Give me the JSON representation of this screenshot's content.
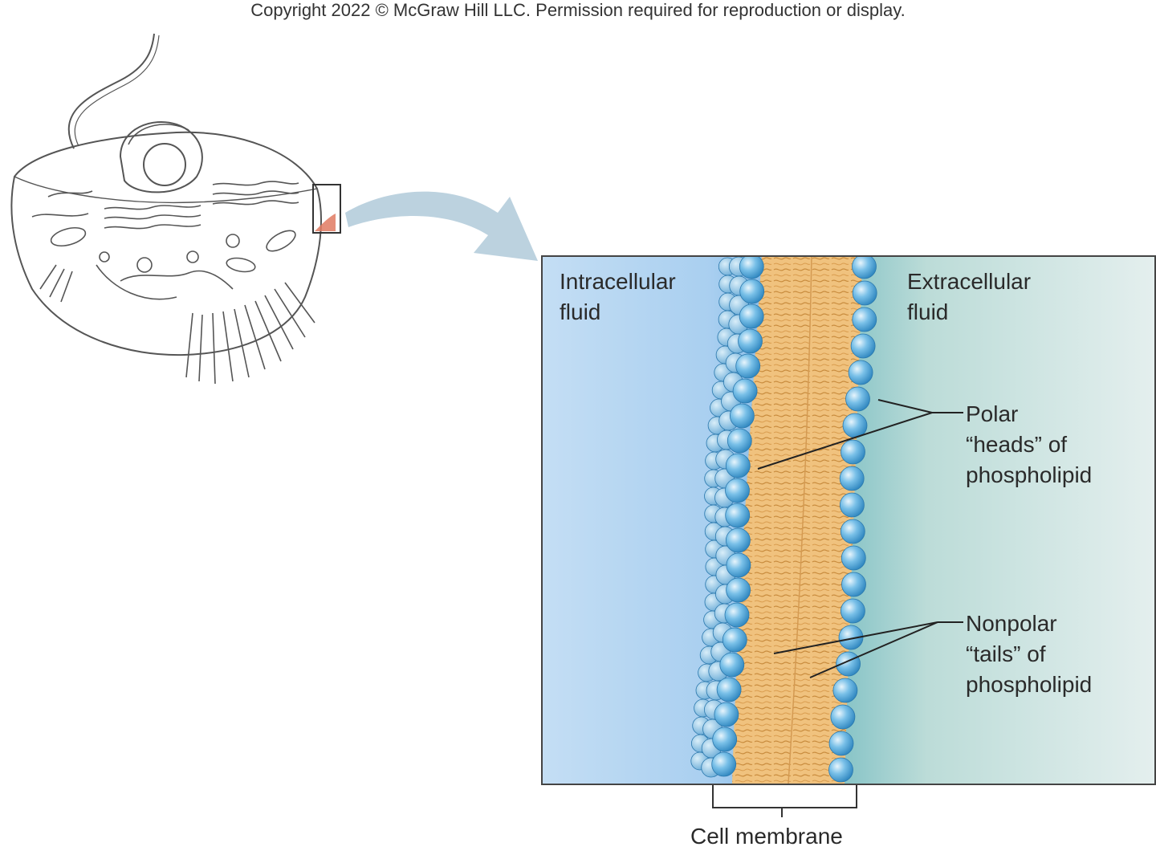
{
  "copyright": "Copyright 2022 © McGraw Hill LLC. Permission required for reproduction or display.",
  "labels": {
    "intracellular": [
      "Intracellular",
      "fluid"
    ],
    "extracellular": [
      "Extracellular",
      "fluid"
    ],
    "polar": [
      "Polar",
      "“heads” of",
      "phospholipid"
    ],
    "nonpolar": [
      "Nonpolar",
      "“tails” of",
      "phospholipid"
    ],
    "membrane": "Cell membrane"
  },
  "colors": {
    "intracellular_fluid": "#a9cff0",
    "extracellular_fluid": "#cfe6e3",
    "phosphate_head": "#5fb0df",
    "lipid_tail": "#f0c27e",
    "arrow": "#bcd2df",
    "highlight": "#e07a62"
  }
}
